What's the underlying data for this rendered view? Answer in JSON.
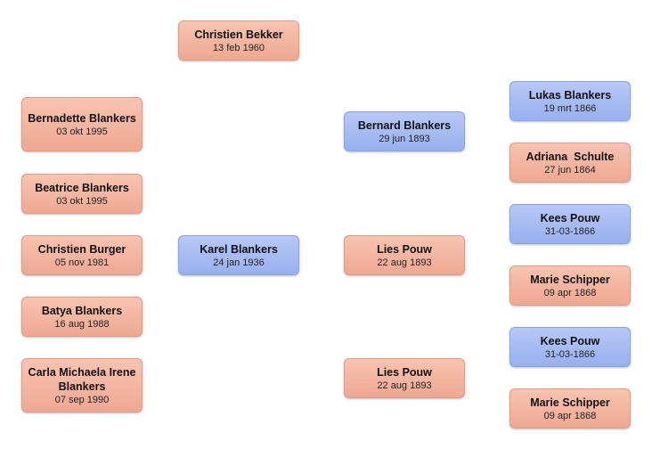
{
  "people": {
    "christien_bekker": {
      "name": "Christien Bekker",
      "date": "13 feb 1960"
    },
    "bernadette": {
      "name": "Bernadette Blankers",
      "date": "03 okt 1995"
    },
    "beatrice": {
      "name": "Beatrice Blankers",
      "date": "03 okt 1995"
    },
    "christien_burger": {
      "name": "Christien Burger",
      "date": "05 nov 1981"
    },
    "batya": {
      "name": "Batya Blankers",
      "date": "16 aug 1988"
    },
    "carla": {
      "name": "Carla Michaela Irene Blankers",
      "date": "07 sep 1990"
    },
    "karel": {
      "name": "Karel Blankers",
      "date": "24 jan 1936"
    },
    "bernard": {
      "name": "Bernard Blankers",
      "date": "29 jun 1893"
    },
    "lies_1": {
      "name": "Lies Pouw",
      "date": "22 aug 1893"
    },
    "lies_2": {
      "name": "Lies Pouw",
      "date": "22 aug 1893"
    },
    "lukas": {
      "name": "Lukas Blankers",
      "date": "19 mrt 1866"
    },
    "adriana": {
      "name": "Adriana  Schulte",
      "date": "27 jun 1864"
    },
    "kees_1": {
      "name": "Kees Pouw",
      "date": "31-03-1866"
    },
    "marie_1": {
      "name": "Marie Schipper",
      "date": "09 apr 1868"
    },
    "kees_2": {
      "name": "Kees Pouw",
      "date": "31-03-1866"
    },
    "marie_2": {
      "name": "Marie Schipper",
      "date": "09 apr 1868"
    }
  },
  "colors": {
    "female": "#f3b7a2",
    "male": "#a8bdf2"
  }
}
